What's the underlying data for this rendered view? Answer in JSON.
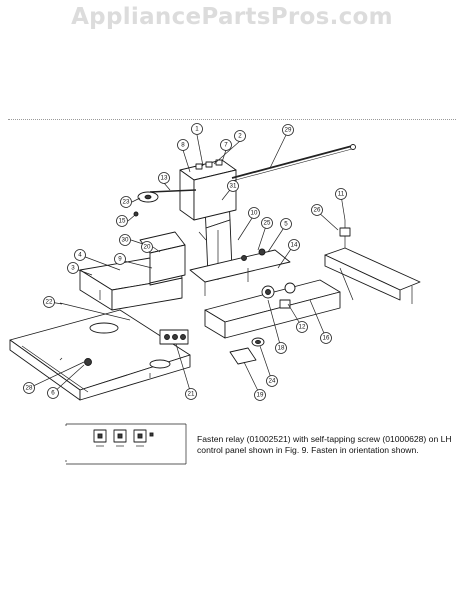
{
  "watermark": "AppliancePartsPros.com",
  "note": "Fasten relay (01002521) with self-tapping screw (01000628) on LH control panel shown in Fig. 9. Fasten in orientation shown.",
  "callouts": [
    "1",
    "2",
    "7",
    "8",
    "29",
    "13",
    "23",
    "15",
    "31",
    "30",
    "20",
    "10",
    "25",
    "5",
    "4",
    "9",
    "3",
    "14",
    "11",
    "26",
    "22",
    "12",
    "16",
    "18",
    "24",
    "28",
    "6",
    "19",
    "21"
  ]
}
